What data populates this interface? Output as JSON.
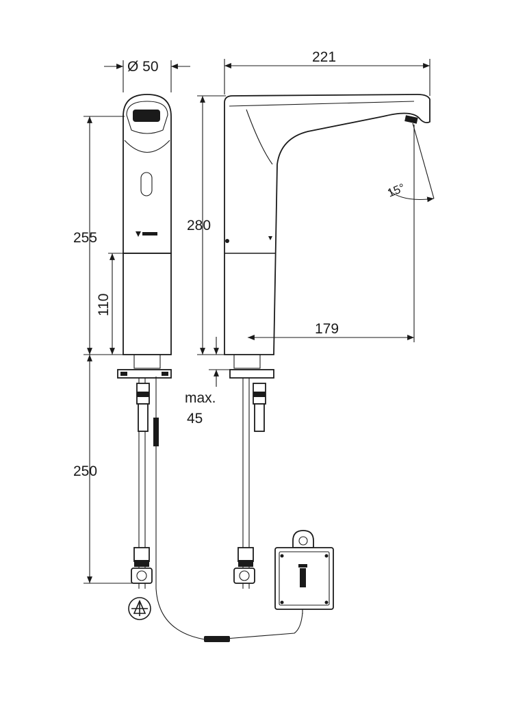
{
  "dimensions": {
    "diameter": "Ø 50",
    "overall_length": "221",
    "front_height": "255",
    "lower_body_height": "110",
    "side_height": "280",
    "spout_reach": "179",
    "max_label": "max.",
    "max_value": "45",
    "hose_length": "250",
    "spray_angle": "15°"
  },
  "colors": {
    "line": "#1a1a1a",
    "background": "#ffffff"
  },
  "icons": {
    "check_valve": "check-valve-icon",
    "control_box": "control-box-icon",
    "brand_mark": "brand-logo-icon"
  }
}
